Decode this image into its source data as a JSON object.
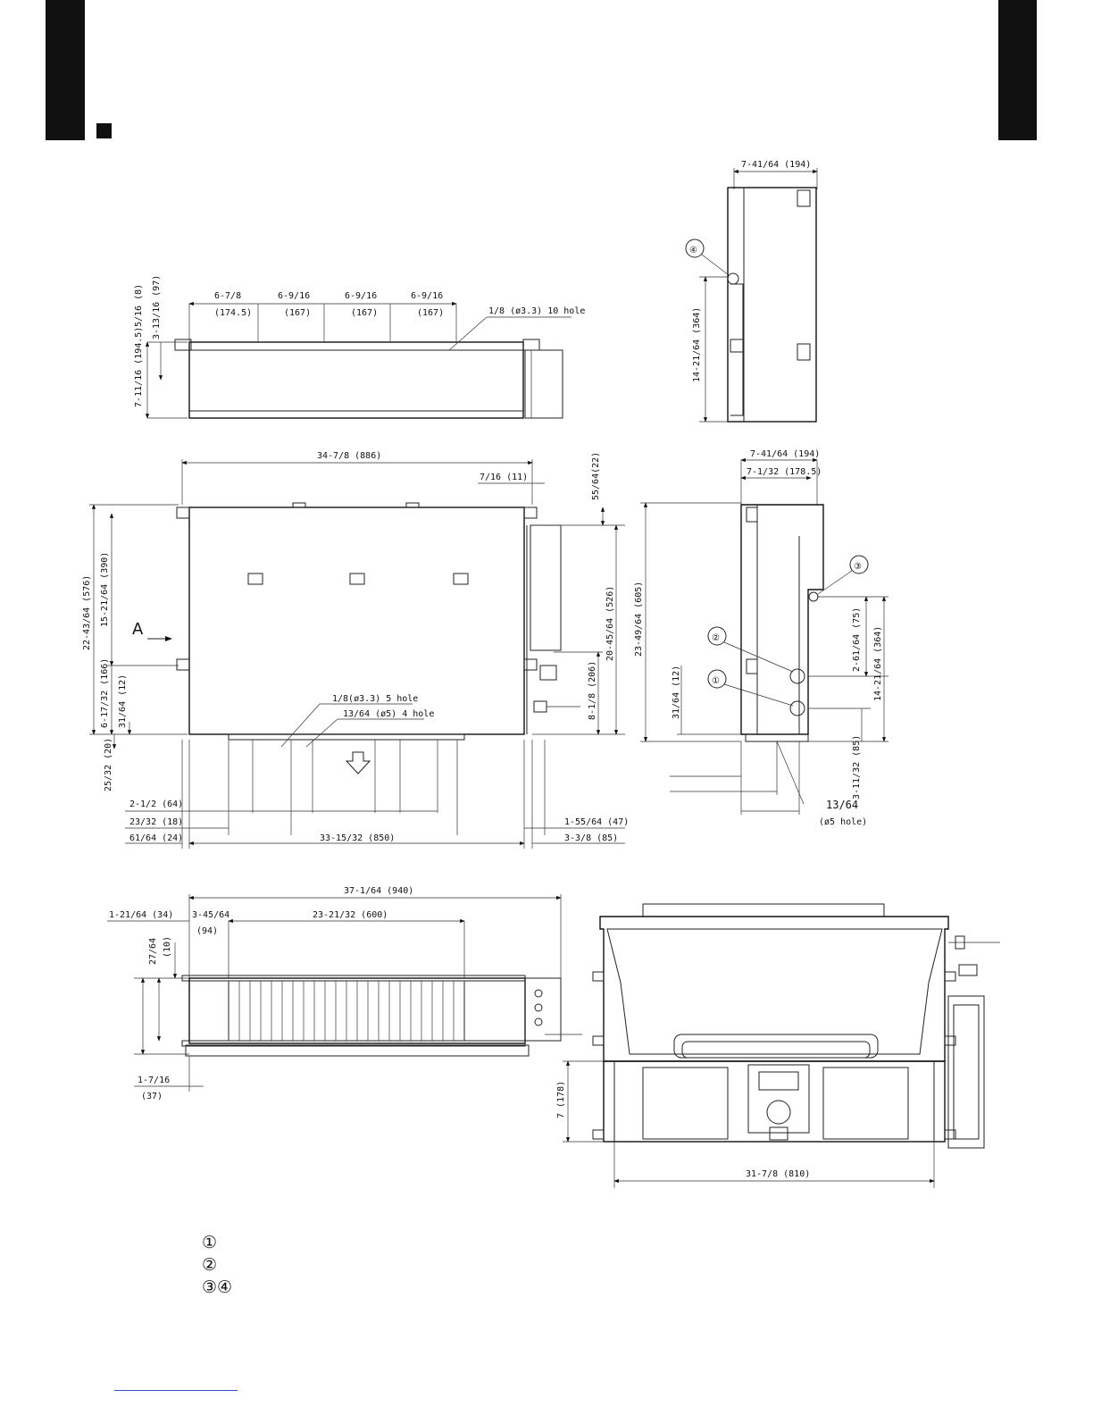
{
  "dims": {
    "top_d1": "6-7/8",
    "top_d1m": "(174.5)",
    "top_d2": "6-9/16",
    "top_d2m": "(167)",
    "top_d3": "6-9/16",
    "top_d3m": "(167)",
    "top_d4": "6-9/16",
    "top_d4m": "(167)",
    "top_hole": "1/8 (ø3.3) 10 hole",
    "top_v1": "5/16 (8)",
    "top_v2": "3-13/16 (97)",
    "top_v3": "7-11/16 (194.5)",
    "side_w": "7-41/64 (194)",
    "side_h": "14-21/64 (364)",
    "front_w": "34-7/8 (886)",
    "front_gap": "7/16 (11)",
    "front_55": "55/64(22)",
    "front_h1": "22-43/64 (576)",
    "front_h2": "15-21/64 (390)",
    "front_h3": "6-17/32 (166)",
    "front_h4": "31/64 (12)",
    "front_r1": "20-45/64 (526)",
    "front_r2": "8-1/8 (206)",
    "hole5": "1/8(ø3.3) 5 hole",
    "hole4": "13/64 (ø5) 4 hole",
    "front_25": "25/32 (20)",
    "bot_a": "2-1/2 (64)",
    "bot_b": "23/32 (18)",
    "bot_c": "61/64 (24)",
    "bot_d": "33-15/32 (850)",
    "bot_e": "1-55/64 (47)",
    "bot_f": "3-3/8 (85)",
    "arrowA": "A",
    "rs_w1": "7-41/64 (194)",
    "rs_w2": "7-1/32 (178.5)",
    "rs_h": "23-49/64 (605)",
    "rs_12": "31/64 (12)",
    "rs_75": "2-61/64 (75)",
    "rs_364": "14-21/64 (364)",
    "rs_85": "3-11/32 (85)",
    "rs_hole": "13/64",
    "rs_hole2": "(ø5 hole)",
    "p_940": "37-1/64 (940)",
    "p_34": "1-21/64 (34)",
    "p_94a": "3-45/64",
    "p_94b": "(94)",
    "p_600": "23-21/32 (600)",
    "p_27a": "27/64",
    "p_27b": "(10)",
    "p_37a": "1-7/16",
    "p_37b": "(37)",
    "b_178": "7 (178)",
    "b_810": "31-7/8 (810)"
  },
  "markers": {
    "m1": "①",
    "m2": "②",
    "m3": "③",
    "m4": "④"
  },
  "legend": [
    {
      "sym": "①"
    },
    {
      "sym": "②"
    },
    {
      "sym": "③④"
    }
  ]
}
